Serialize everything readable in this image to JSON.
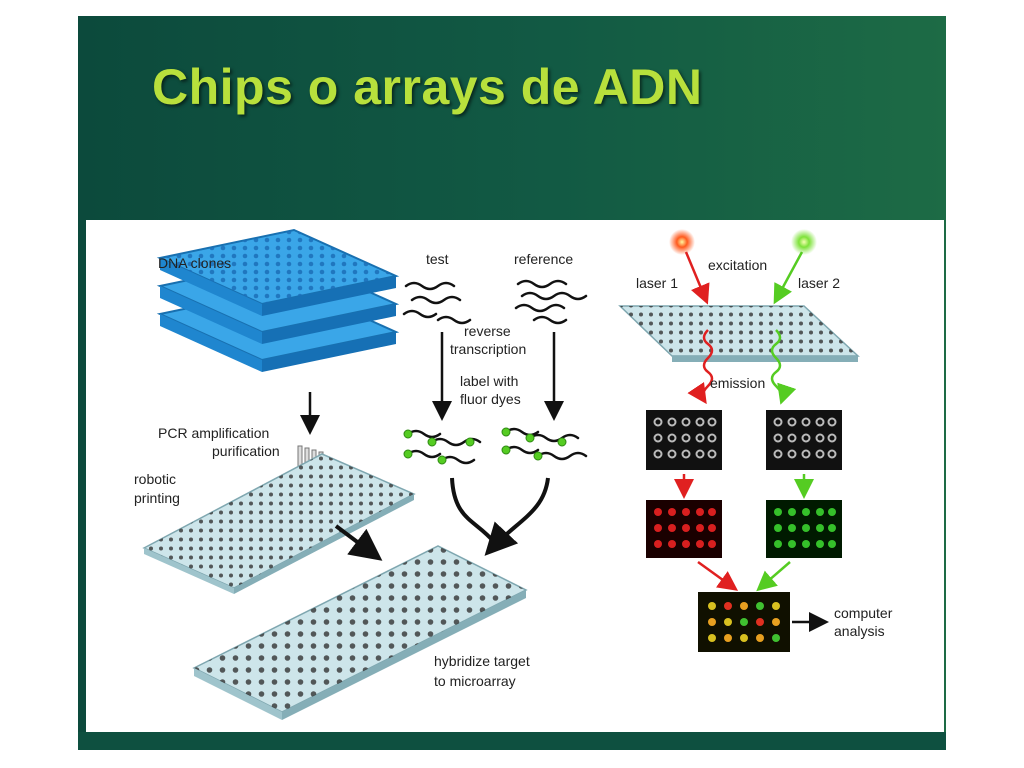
{
  "slide": {
    "title": "Chips o arrays de ADN"
  },
  "diagram": {
    "labels": {
      "dna_clones": "DNA clones",
      "pcr_1": "PCR amplification",
      "pcr_2": "purification",
      "robotic_1": "robotic",
      "robotic_2": "printing",
      "test": "test",
      "reference": "reference",
      "reverse_1": "reverse",
      "reverse_2": "transcription",
      "label_1": "label with",
      "label_2": "fluor dyes",
      "hybridize_1": "hybridize target",
      "hybridize_2": "to microarray",
      "excitation": "excitation",
      "laser1": "laser 1",
      "laser2": "laser 2",
      "emission": "emission",
      "computer_1": "computer",
      "computer_2": "analysis"
    },
    "colors": {
      "red_channel": "#e02020",
      "green_channel": "#55cc22",
      "plate": "#3aa6e8",
      "slide_glass": "#cde5ea"
    }
  }
}
